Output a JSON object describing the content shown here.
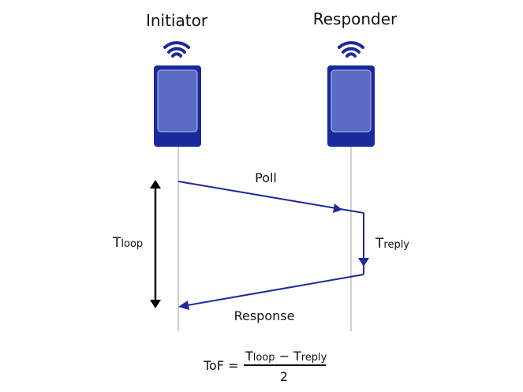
{
  "title": "Two-way ranging time-of-flight diagram",
  "colors": {
    "device_body": "#1a2a9c",
    "device_screen": "#5b6bc4",
    "device_screen_border": "#b9c2ec",
    "signal_arrow": "#1a2a9c",
    "timeline": "#d0d0d0",
    "tloop_arrow": "#000000"
  },
  "devices": [
    {
      "name": "Initiator",
      "icon": "wifi-icon"
    },
    {
      "name": "Responder",
      "icon": "wifi-icon"
    }
  ],
  "messages": [
    {
      "label": "Poll",
      "from": "Initiator",
      "to": "Responder"
    },
    {
      "label": "Response",
      "from": "Responder",
      "to": "Initiator"
    }
  ],
  "intervals": {
    "tloop": {
      "main": "T",
      "sub": "loop"
    },
    "treply": {
      "main": "T",
      "sub": "reply"
    }
  },
  "formula": {
    "lhs": "ToF =",
    "numerator": {
      "a_main": "T",
      "a_sub": "loop",
      "op": "−",
      "b_main": "T",
      "b_sub": "reply"
    },
    "denominator": "2"
  }
}
